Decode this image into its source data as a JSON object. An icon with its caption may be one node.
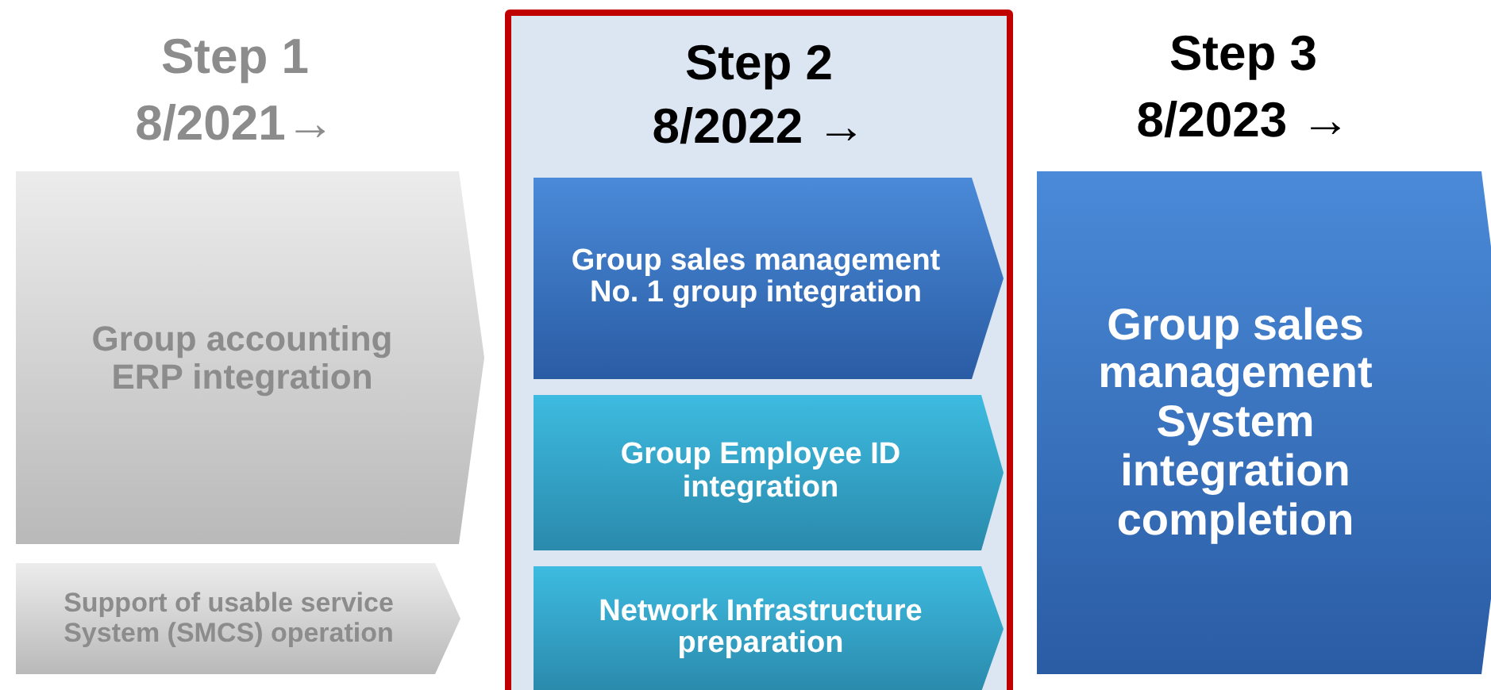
{
  "diagram": {
    "nodes": [
      {
        "text": [
          "Group accounting ERP integration"
        ]
      },
      {
        "text": [
          "Support of usable service System (SMCS) operation"
        ]
      },
      {
        "text": [
          "Step 2",
          "8/2022 →"
        ]
      },
      {
        "text": [
          "Group sales management No. 1 group integration"
        ],
        "in": 2
      },
      {
        "text": [
          "Group Employee ID integration"
        ],
        "in": 2
      },
      {
        "text": [
          "Network Infrastructure preparation"
        ],
        "in": 2
      },
      {
        "text": [
          "Group sales management System integration completion"
        ]
      }
    ],
    "edges": [],
    "labels": [
      "Step 1",
      "8/2021→",
      "Step 3",
      "8/2023 →"
    ]
  }
}
